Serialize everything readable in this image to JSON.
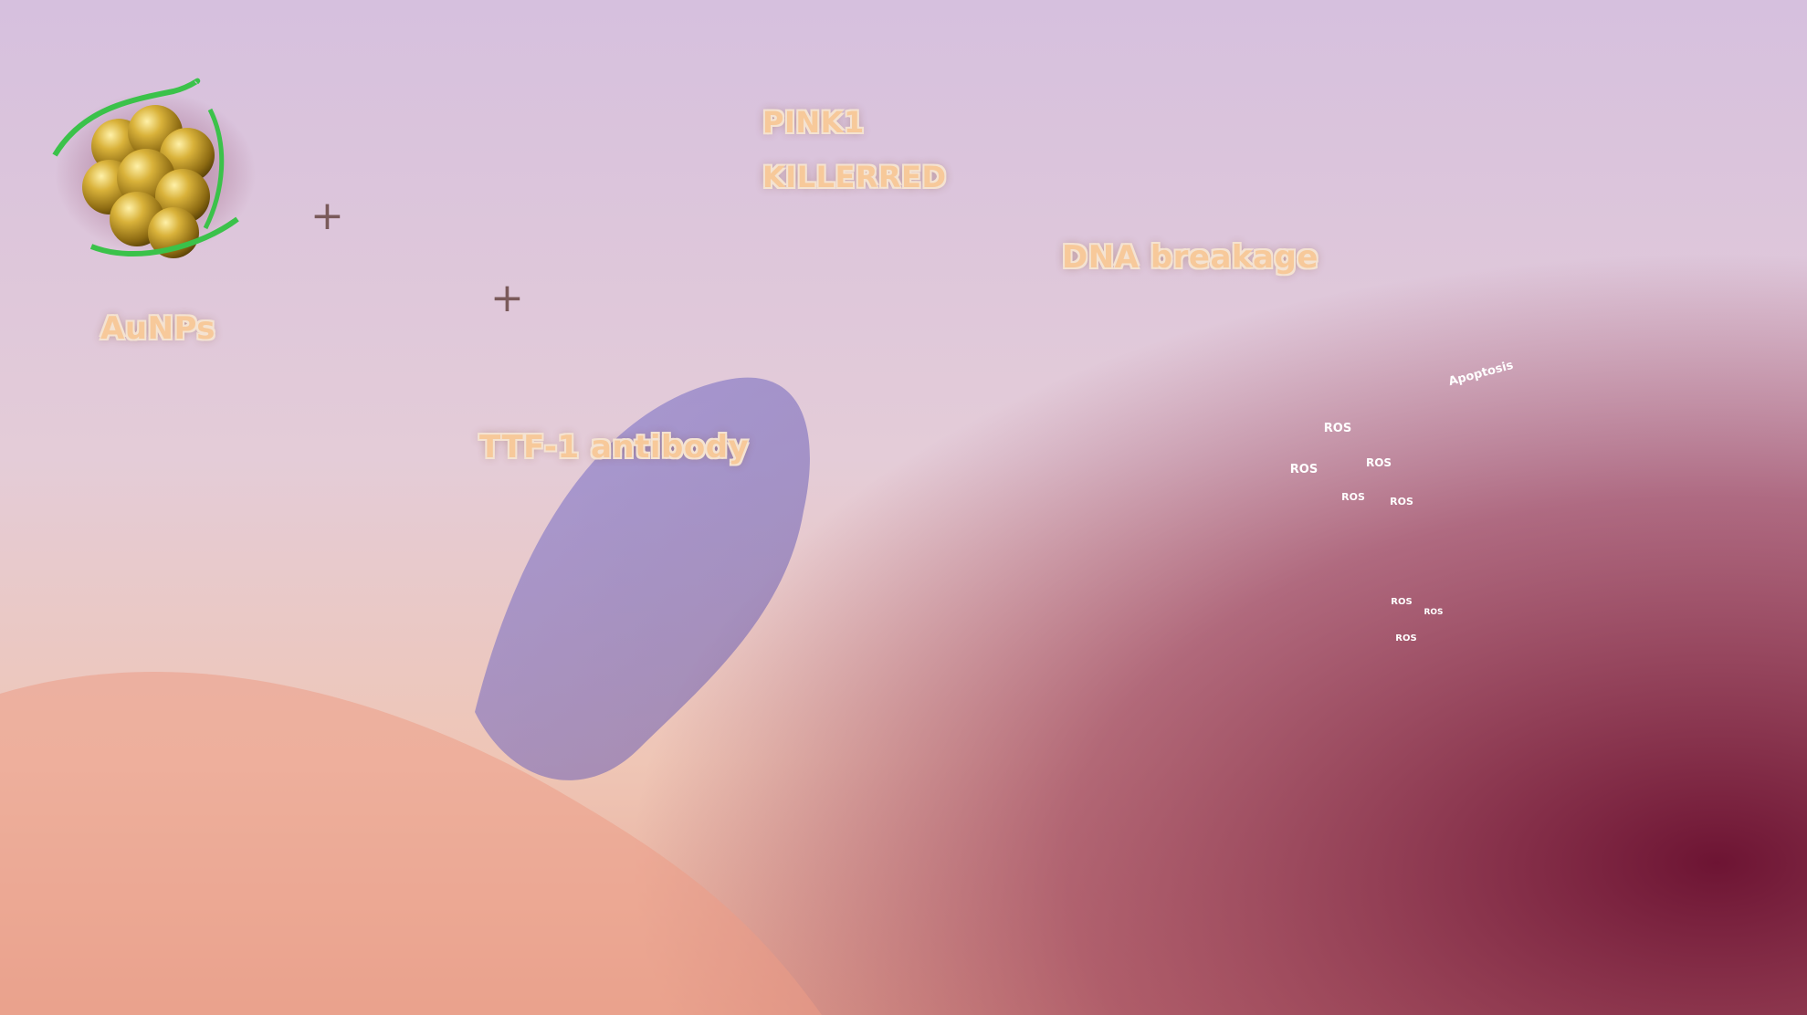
{
  "labels": {
    "aunps": "AuNPs",
    "pink1": "PINK1",
    "killerred": "KILLERRED",
    "antibody": "TTF-1 antibody",
    "dna_breakage": "DNA breakage",
    "apoptosis": "Apoptosis",
    "ros": "ROS",
    "plus": "+"
  },
  "colors": {
    "gold": "#c9a227",
    "cell_interior": "#b8283f",
    "membrane": "#eed3b7",
    "background_top": "#d8c2de",
    "background_bottom": "#7a1e3a",
    "ros": "#f05a12",
    "apoptosis": "#c034c8",
    "label_text": "#f7c99a"
  },
  "icons": [
    "radiation-icon",
    "skull-icon",
    "dna-icon",
    "antibody-icon",
    "plasmid-icon",
    "petri-dish-icon",
    "mitochondria-icon",
    "nucleus-icon",
    "light-beam-icon"
  ]
}
